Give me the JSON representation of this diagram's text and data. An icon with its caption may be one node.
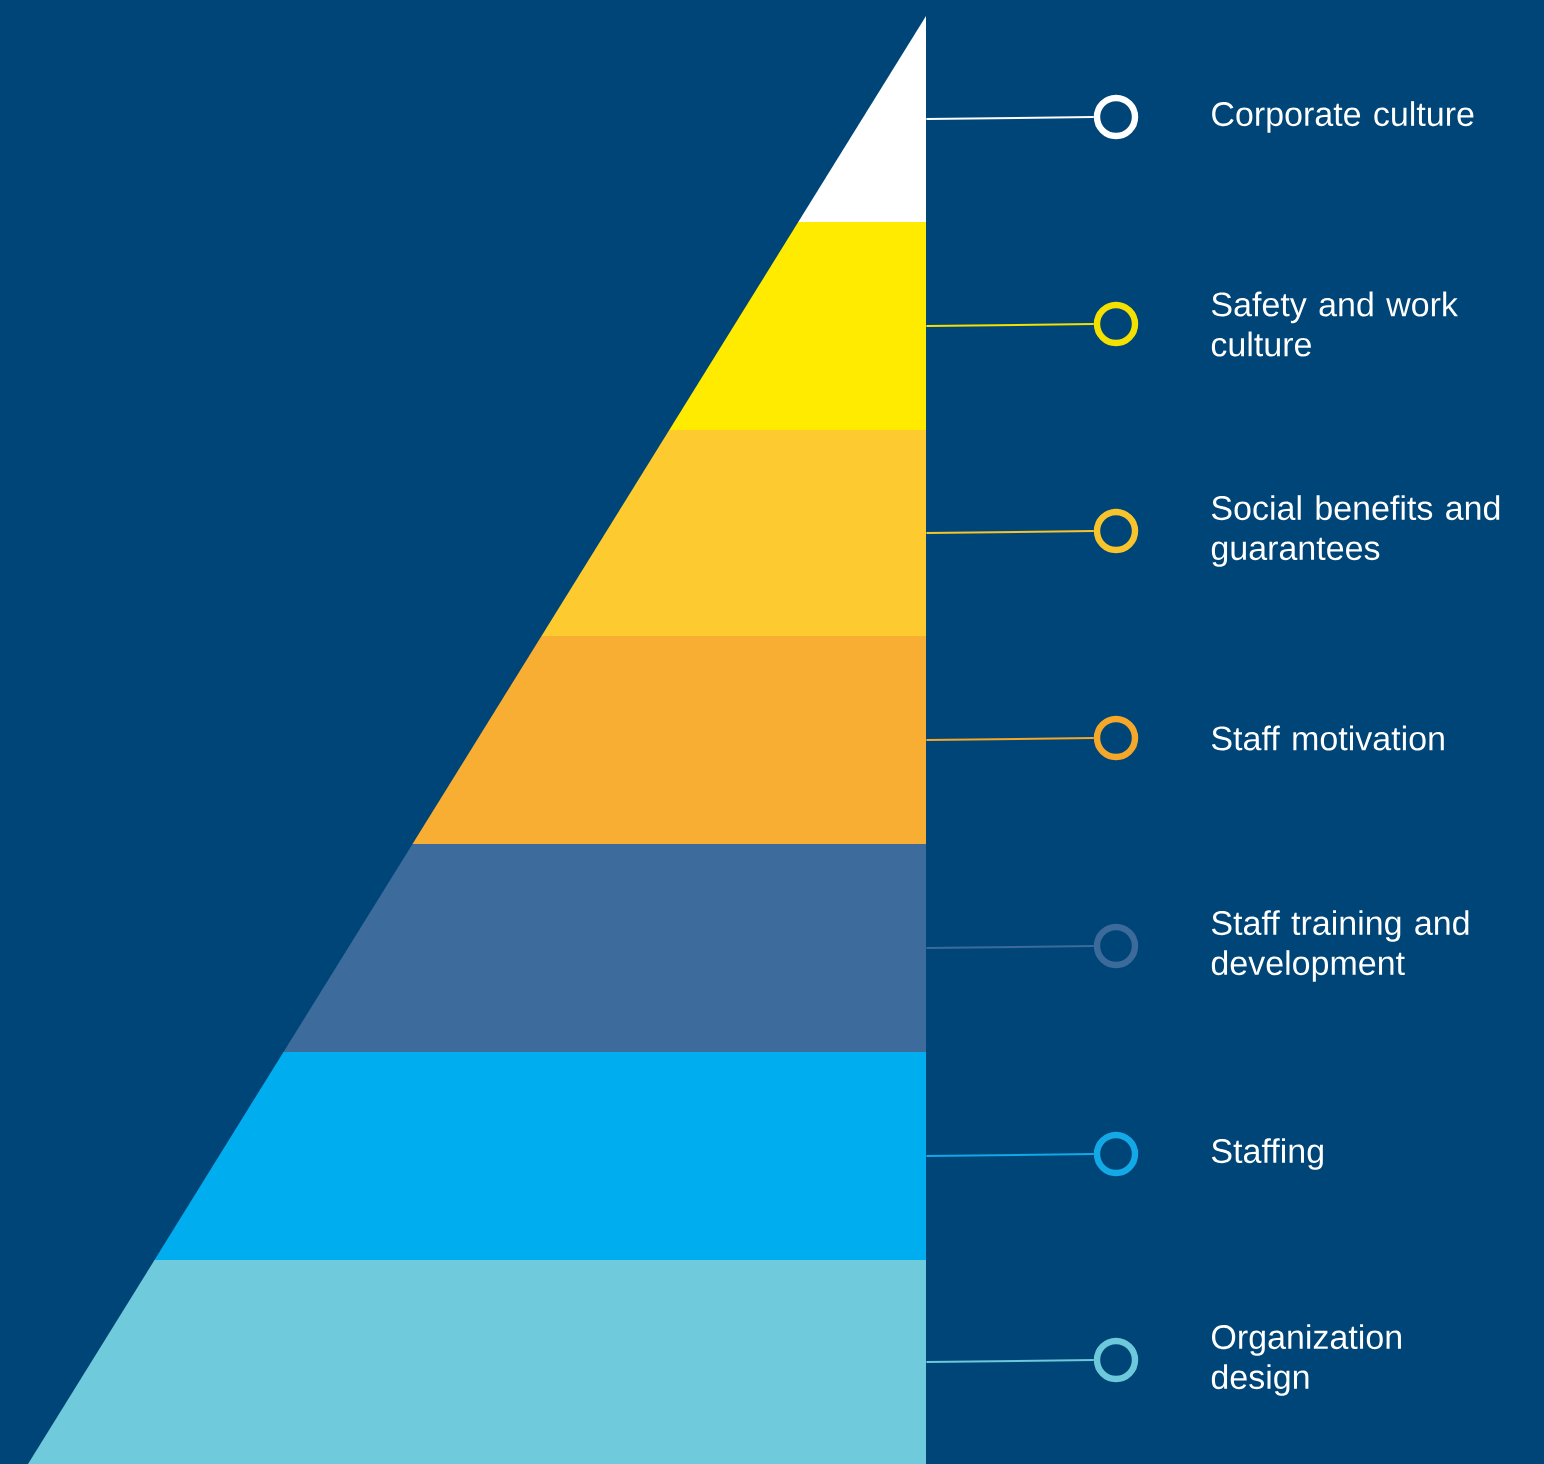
{
  "diagram": {
    "nodes": [
      {
        "text": [],
        "shape": "band"
      },
      {
        "text": [],
        "shape": "band"
      },
      {
        "text": [],
        "shape": "band"
      },
      {
        "text": [],
        "shape": "band"
      },
      {
        "text": [],
        "shape": "band"
      },
      {
        "text": [],
        "shape": "band"
      },
      {
        "text": [],
        "shape": "band"
      },
      {
        "text": [],
        "shape": "circle",
        "beside": [
          "Corporate culture"
        ]
      },
      {
        "text": [],
        "shape": "circle",
        "beside": [
          "Safety and work culture"
        ]
      },
      {
        "text": [],
        "shape": "circle",
        "beside": [
          "Social benefits and guarantees"
        ]
      },
      {
        "text": [],
        "shape": "circle",
        "beside": [
          "Staff motivation"
        ]
      },
      {
        "text": [],
        "shape": "circle",
        "beside": [
          "Staff training and development"
        ]
      },
      {
        "text": [],
        "shape": "circle",
        "beside": [
          "Staffing"
        ]
      },
      {
        "text": [],
        "shape": "circle",
        "beside": [
          "Organization design"
        ]
      }
    ],
    "edges": [
      {
        "from": 0,
        "to": 7,
        "arrow": "none",
        "color": "#ffffff"
      },
      {
        "from": 1,
        "to": 8,
        "arrow": "none",
        "color": "#f4e100"
      },
      {
        "from": 2,
        "to": 9,
        "arrow": "none",
        "color": "#f7c42c"
      },
      {
        "from": 3,
        "to": 10,
        "arrow": "none",
        "color": "#f5a72a"
      },
      {
        "from": 4,
        "to": 11,
        "arrow": "none",
        "color": "#3c6b9b"
      },
      {
        "from": 5,
        "to": 12,
        "arrow": "none",
        "color": "#13a8e6"
      },
      {
        "from": 6,
        "to": 13,
        "arrow": "none",
        "color": "#6cc8da"
      }
    ]
  }
}
